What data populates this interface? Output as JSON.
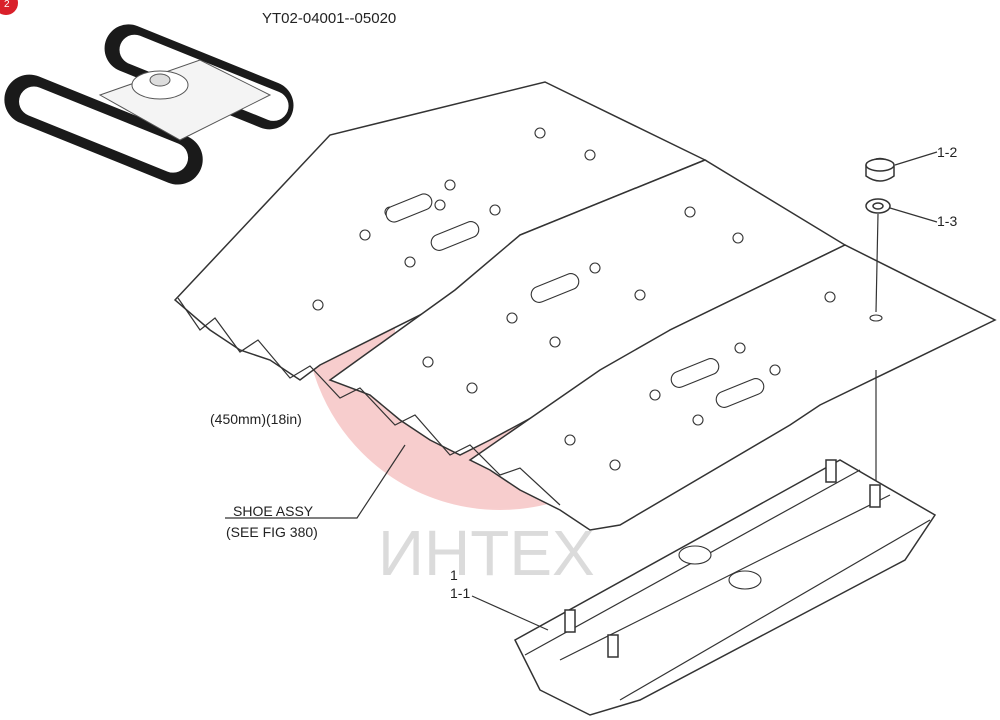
{
  "badge": "2",
  "part_number": "YT02-04001--05020",
  "watermark": "ИНТЕХ",
  "callouts": {
    "width": "(450mm)(18in)",
    "shoe_assy_1": "SHOE ASSY",
    "shoe_assy_2": "(SEE FIG 380)",
    "item_1": "1",
    "item_1_1": "1-1",
    "item_1_2": "1-2",
    "item_1_3": "1-3"
  },
  "colors": {
    "watermark": "#f2a6a6",
    "badge": "#d9202a",
    "line": "#333333"
  }
}
